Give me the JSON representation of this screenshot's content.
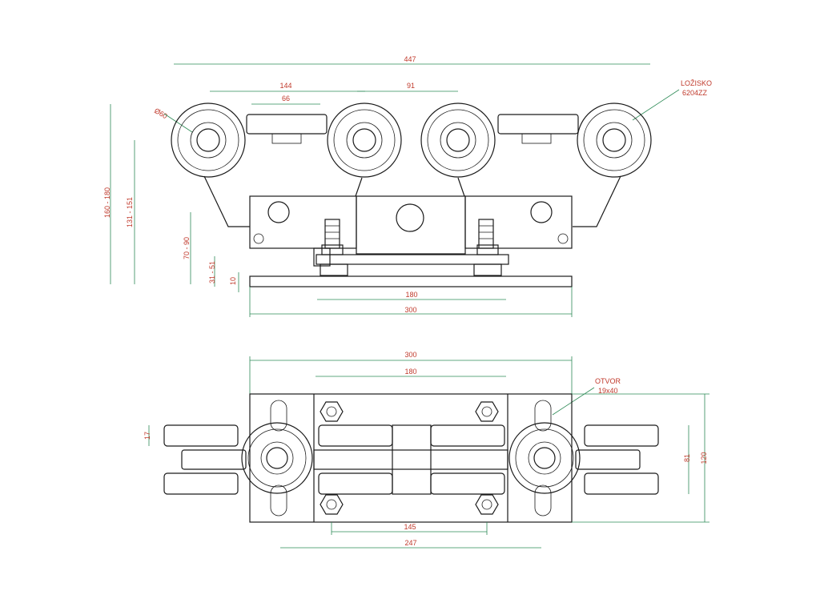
{
  "colors": {
    "line": "#1a1a1a",
    "dimension_text": "#c0392b",
    "dimension_line": "#2e8b57",
    "background": "#ffffff"
  },
  "front_view": {
    "dim_447": "447",
    "dim_144": "144",
    "dim_66": "66",
    "dim_91": "91",
    "dim_d60": "Ø60",
    "bearing_label": "LOŽISKO",
    "bearing_type": "6204ZZ",
    "dim_160_180": "160 - 180",
    "dim_131_151": "131 - 151",
    "dim_70_90": "70 - 90",
    "dim_31_51": "31 - 51",
    "dim_10": "10",
    "dim_180": "180",
    "dim_300": "300"
  },
  "top_view": {
    "dim_300": "300",
    "dim_180": "180",
    "hole_label": "OTVOR",
    "hole_size": "19x40",
    "dim_17": "17",
    "dim_81": "81",
    "dim_120": "120",
    "dim_145": "145",
    "dim_247": "247"
  }
}
